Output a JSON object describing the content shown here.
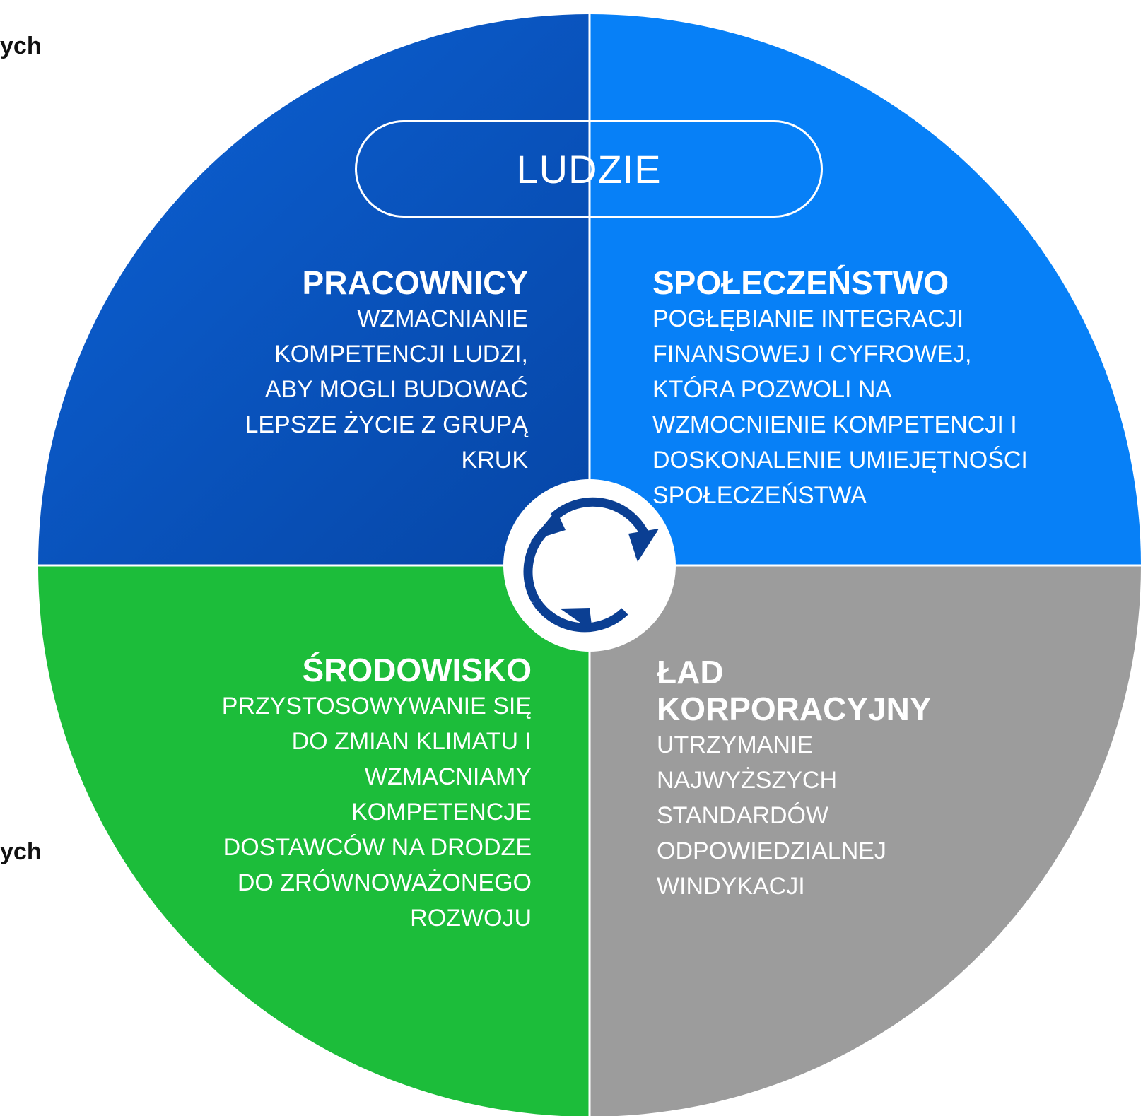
{
  "edge_fragments": {
    "top": "ych",
    "bottom": "ych"
  },
  "center_label": "LUDZIE",
  "quadrants": [
    {
      "id": "pracownicy",
      "title": "PRACOWNICY",
      "body": "WZMACNIANIE\nKOMPETENCJI LUDZI,\nABY MOGLI BUDOWAĆ\nLEPSZE ŻYCIE Z GRUPĄ\nKRUK",
      "color": "#0a55c0"
    },
    {
      "id": "spoleczenstwo",
      "title": "SPOŁECZEŃSTWO",
      "body": "POGŁĘBIANIE INTEGRACJI\nFINANSOWEJ I CYFROWEJ,\nKTÓRA POZWOLI NA\nWZMOCNIENIE KOMPETENCJI I\nDOSKONALENIE UMIEJĘTNOŚCI\nSPOŁECZEŃSTWA",
      "color": "#0780f7"
    },
    {
      "id": "srodowisko",
      "title": "ŚRODOWISKO",
      "body": "PRZYSTOSOWYWANIE SIĘ\nDO ZMIAN KLIMATU I\nWZMACNIAMY\nKOMPETENCJE\nDOSTAWCÓW NA DRODZE\nDO ZRÓWNOWAŻONEGO\nROZWOJU",
      "color": "#1cbd3a"
    },
    {
      "id": "lad",
      "title": "ŁAD\nKORPORACYJNY",
      "body": "UTRZYMANIE\nNAJWYŻSZYCH\nSTANDARDÓW\nODPOWIEDZIALNEJ\nWINDYKACJI",
      "color": "#9c9c9c"
    }
  ],
  "icons": {
    "center": "cycle-arrows-icon"
  },
  "colors": {
    "divider": "#ffffff",
    "cycle": "#0b3f93"
  }
}
